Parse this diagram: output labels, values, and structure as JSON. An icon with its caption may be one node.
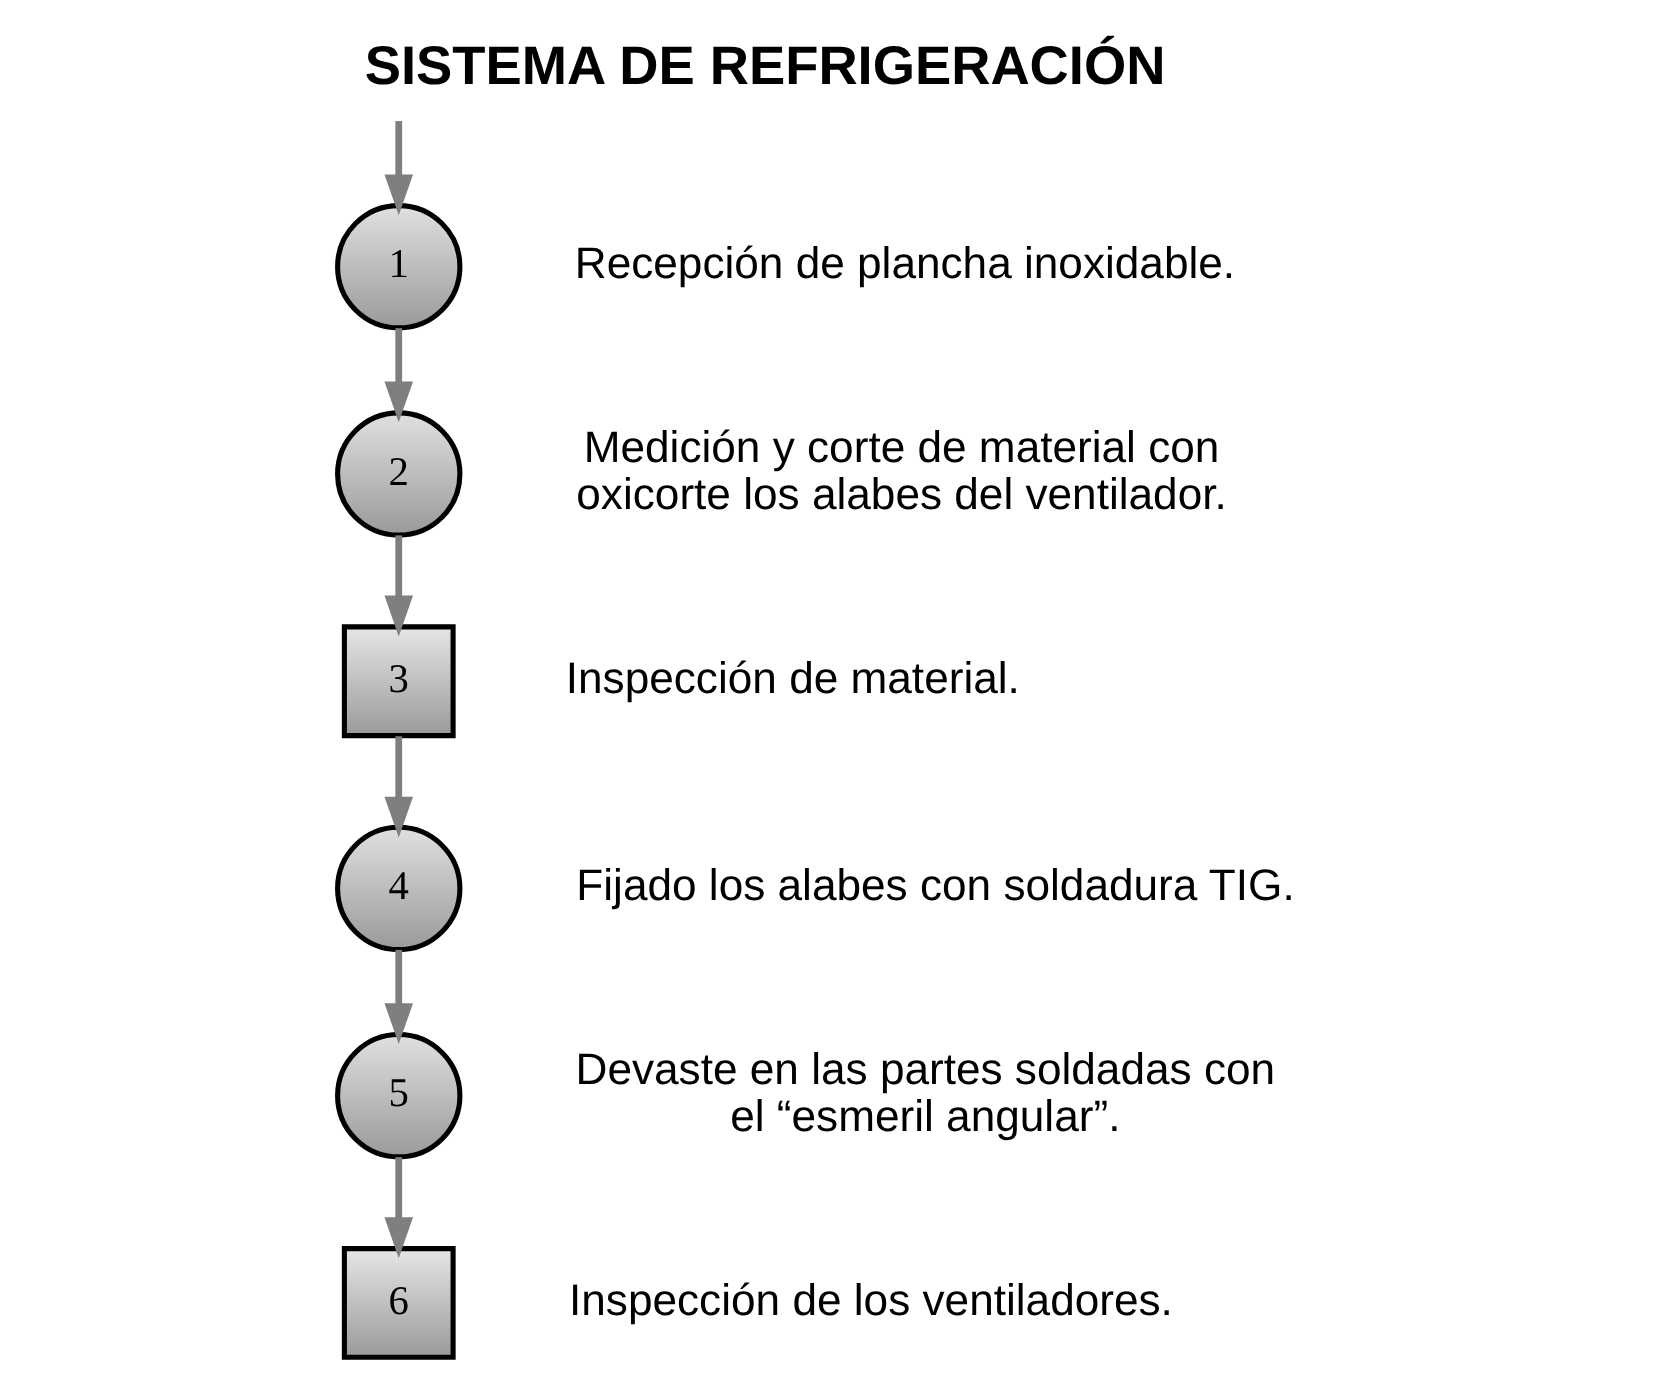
{
  "diagram": {
    "title": "SISTEMA DE REFRIGERACIÓN",
    "nodes": [
      {
        "text": [
          "1"
        ],
        "beside": [
          "Recepción de plancha inoxidable."
        ]
      },
      {
        "text": [
          "2"
        ],
        "beside": [
          "Medición y corte de material con oxicorte los alabes del ventilador."
        ]
      },
      {
        "text": [
          "3"
        ],
        "beside": [
          "Inspección de material."
        ]
      },
      {
        "text": [
          "4"
        ],
        "beside": [
          "Fijado los alabes con soldadura TIG."
        ]
      },
      {
        "text": [
          "5"
        ],
        "beside": [
          "Devaste en las partes soldadas con el “esmeril angular”."
        ]
      },
      {
        "text": [
          "6"
        ],
        "beside": [
          "Inspección de los ventiladores."
        ]
      }
    ],
    "edges": [
      {
        "from": null,
        "to": 0,
        "arrow": "to"
      },
      {
        "from": 0,
        "to": 1,
        "arrow": "to"
      },
      {
        "from": 1,
        "to": 2,
        "arrow": "to"
      },
      {
        "from": 2,
        "to": 3,
        "arrow": "to"
      },
      {
        "from": 3,
        "to": 4,
        "arrow": "to"
      },
      {
        "from": 4,
        "to": 5,
        "arrow": "to"
      }
    ]
  }
}
